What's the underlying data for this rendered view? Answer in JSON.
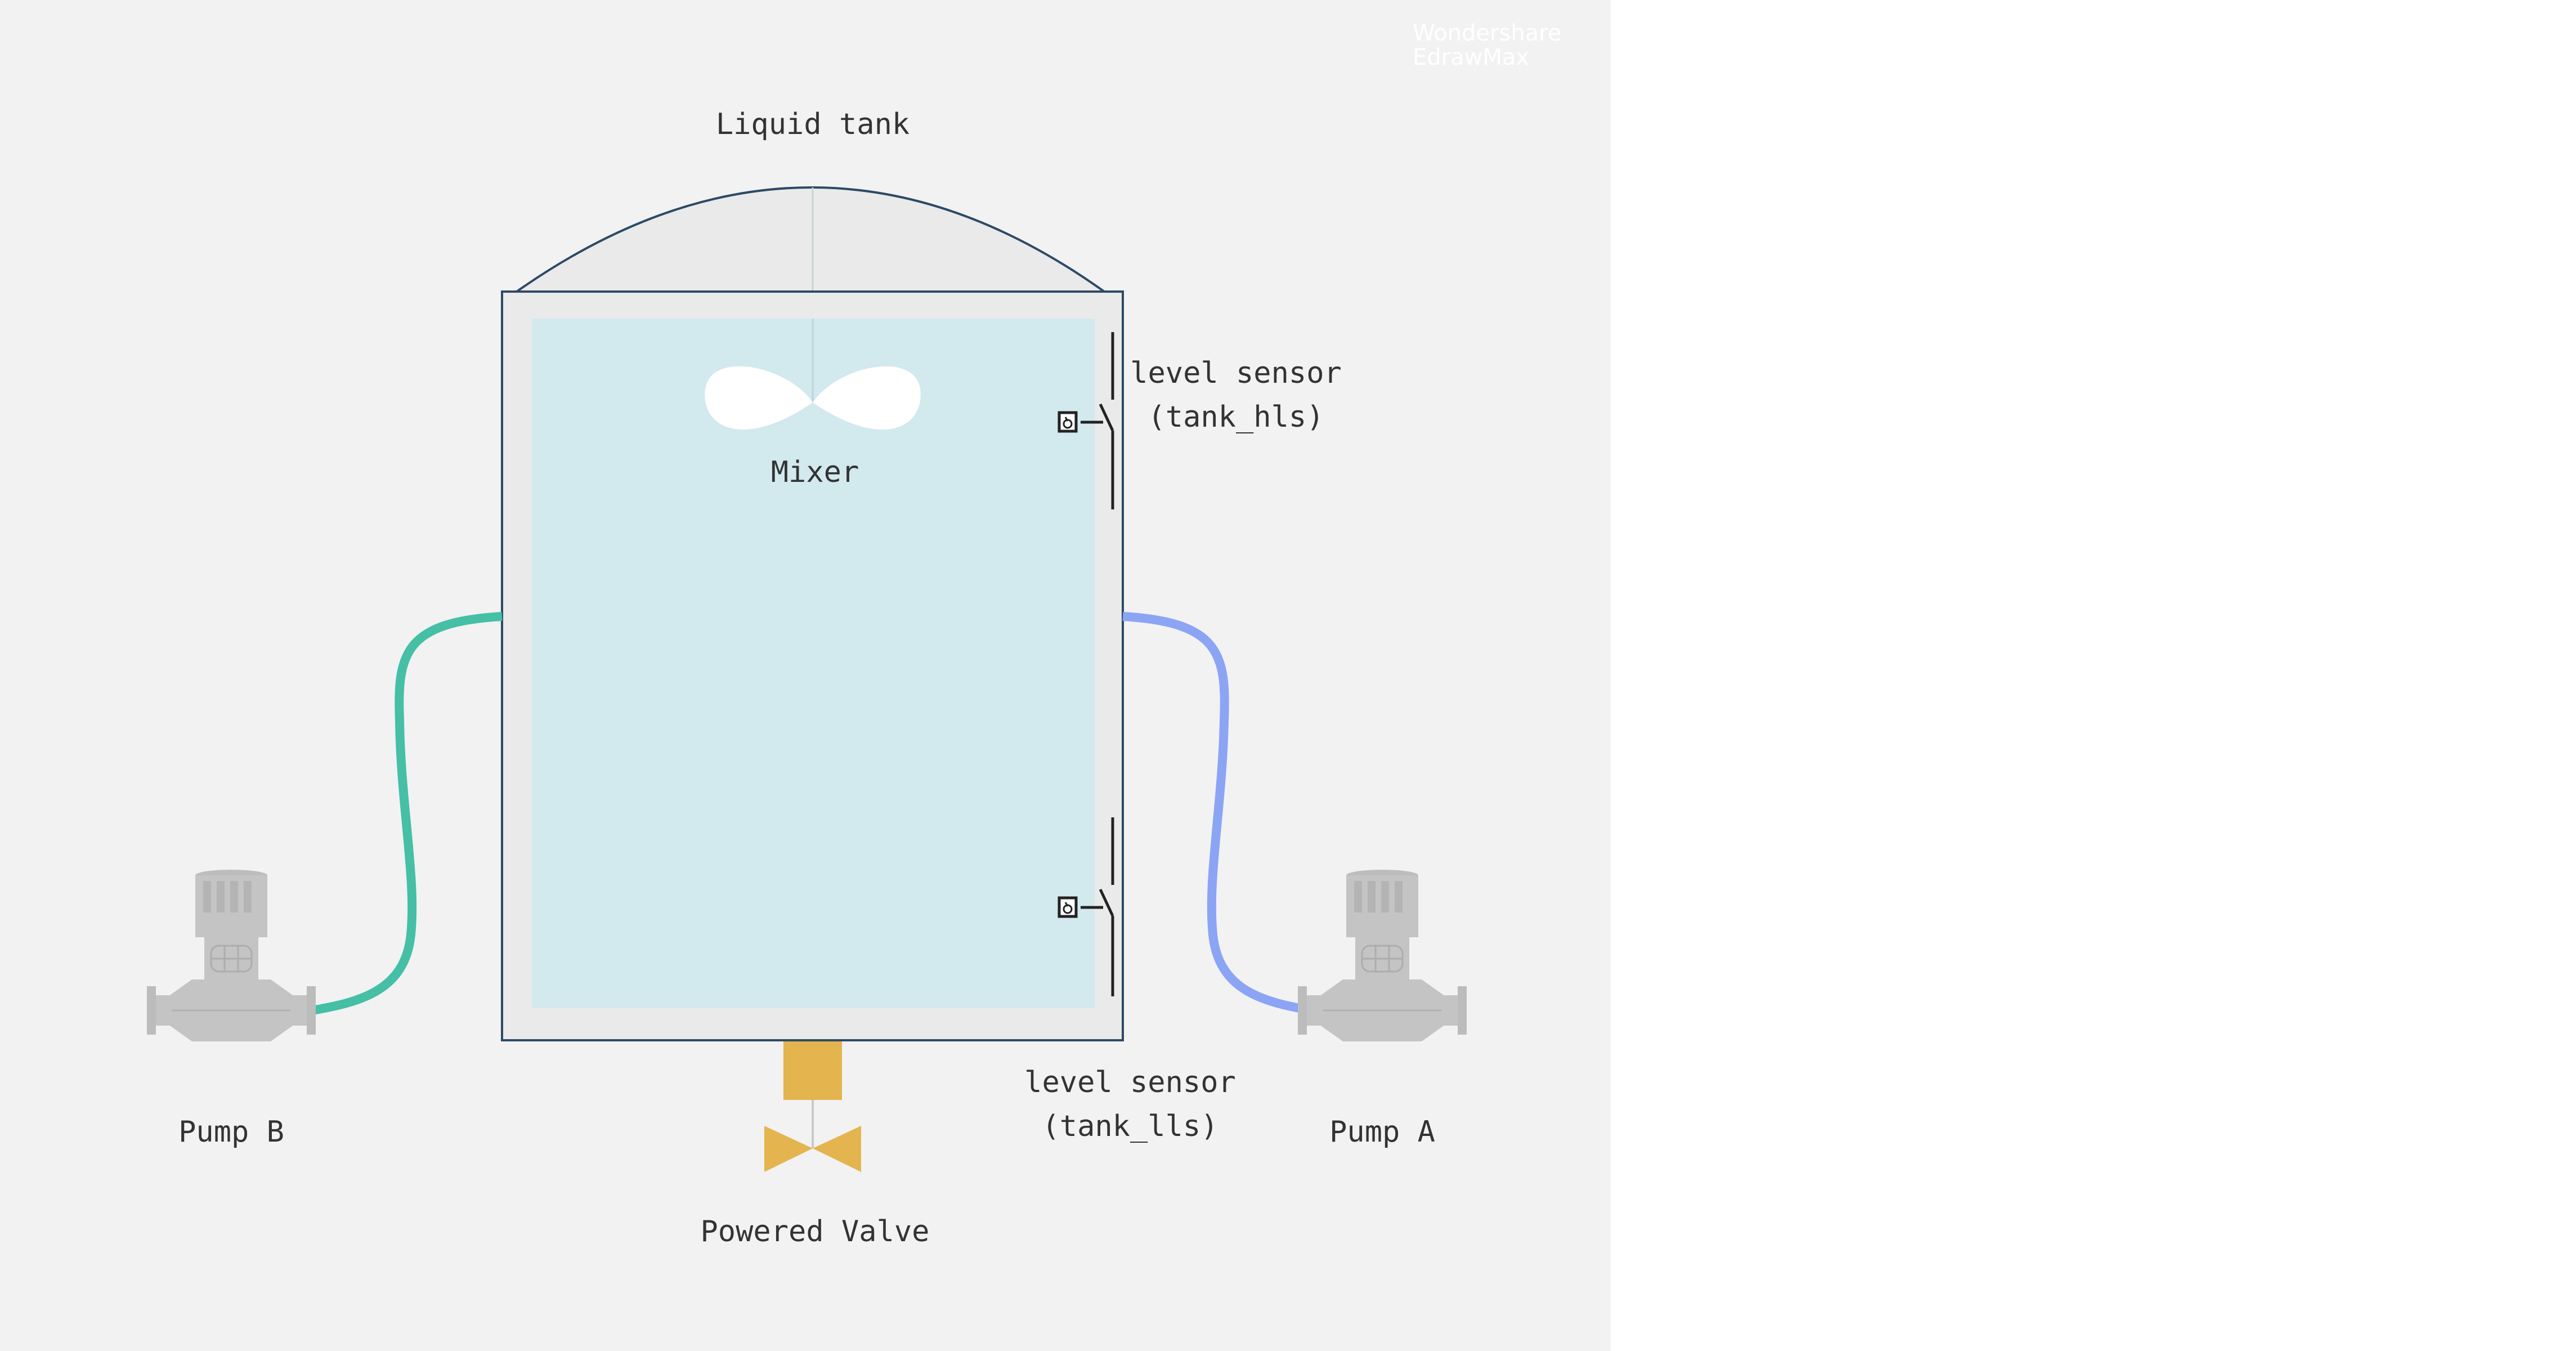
{
  "watermark": {
    "line1": "Wondershare",
    "line2": "EdrawMax"
  },
  "diagram": {
    "tank_label": "Liquid tank",
    "mixer_label": "Mixer",
    "high_sensor": {
      "line1": "level sensor",
      "line2": "(tank_hls)"
    },
    "low_sensor": {
      "line1": "level sensor",
      "line2": "(tank_lls)"
    },
    "pump_b_label": "Pump B",
    "pump_a_label": "Pump A",
    "valve_label": "Powered Valve"
  },
  "colors": {
    "canvas_bg": "#f2f2f2",
    "tank_wall": "#eaeaea",
    "tank_outline": "#2c4a66",
    "liquid": "#d2e9ee",
    "pipe_b": "#45bfa6",
    "pipe_a": "#8ca4f4",
    "pump": "#c4c4c4",
    "valve": "#e4b44e"
  },
  "icons": [
    "mixer-icon",
    "level-switch-icon",
    "pump-icon",
    "valve-icon"
  ]
}
